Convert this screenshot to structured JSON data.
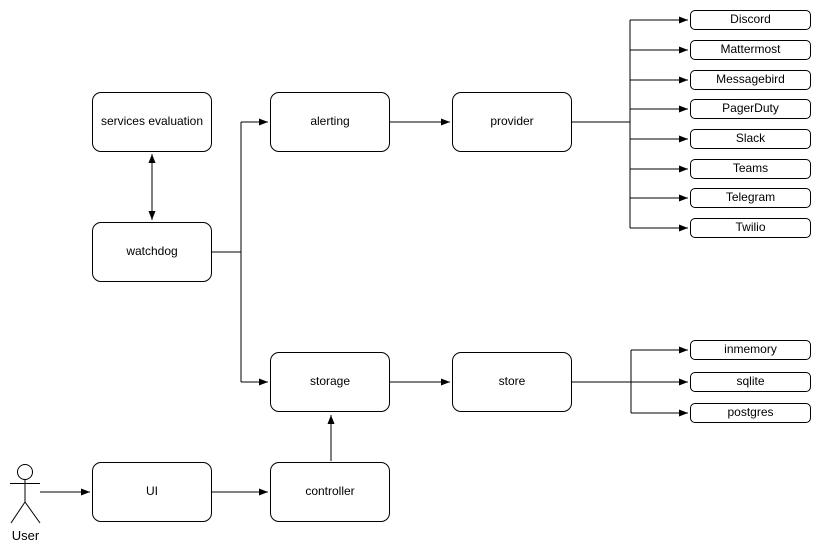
{
  "diagram": {
    "type": "architecture-flowchart",
    "colors": {
      "stroke": "#000000",
      "node_fill": "#ffffff",
      "background": "#ffffff"
    }
  },
  "nodes": {
    "services_evaluation": {
      "label": "services evaluation"
    },
    "watchdog": {
      "label": "watchdog"
    },
    "alerting": {
      "label": "alerting"
    },
    "provider": {
      "label": "provider"
    },
    "storage": {
      "label": "storage"
    },
    "store": {
      "label": "store"
    },
    "ui": {
      "label": "UI"
    },
    "controller": {
      "label": "controller"
    }
  },
  "actor": {
    "label": "User"
  },
  "providers": [
    "Discord",
    "Mattermost",
    "Messagebird",
    "PagerDuty",
    "Slack",
    "Teams",
    "Telegram",
    "Twilio"
  ],
  "stores": [
    "inmemory",
    "sqlite",
    "postgres"
  ],
  "edges": [
    {
      "from": "services evaluation",
      "to": "watchdog",
      "direction": "bidirectional"
    },
    {
      "from": "watchdog",
      "to": "alerting",
      "direction": "forward"
    },
    {
      "from": "watchdog",
      "to": "storage",
      "direction": "forward"
    },
    {
      "from": "alerting",
      "to": "provider",
      "direction": "forward"
    },
    {
      "from": "provider",
      "to": "Discord",
      "direction": "forward"
    },
    {
      "from": "provider",
      "to": "Mattermost",
      "direction": "forward"
    },
    {
      "from": "provider",
      "to": "Messagebird",
      "direction": "forward"
    },
    {
      "from": "provider",
      "to": "PagerDuty",
      "direction": "forward"
    },
    {
      "from": "provider",
      "to": "Slack",
      "direction": "forward"
    },
    {
      "from": "provider",
      "to": "Teams",
      "direction": "forward"
    },
    {
      "from": "provider",
      "to": "Telegram",
      "direction": "forward"
    },
    {
      "from": "provider",
      "to": "Twilio",
      "direction": "forward"
    },
    {
      "from": "storage",
      "to": "store",
      "direction": "forward"
    },
    {
      "from": "store",
      "to": "inmemory",
      "direction": "forward"
    },
    {
      "from": "store",
      "to": "sqlite",
      "direction": "forward"
    },
    {
      "from": "store",
      "to": "postgres",
      "direction": "forward"
    },
    {
      "from": "controller",
      "to": "storage",
      "direction": "forward"
    },
    {
      "from": "UI",
      "to": "controller",
      "direction": "forward"
    },
    {
      "from": "User",
      "to": "UI",
      "direction": "forward"
    }
  ]
}
